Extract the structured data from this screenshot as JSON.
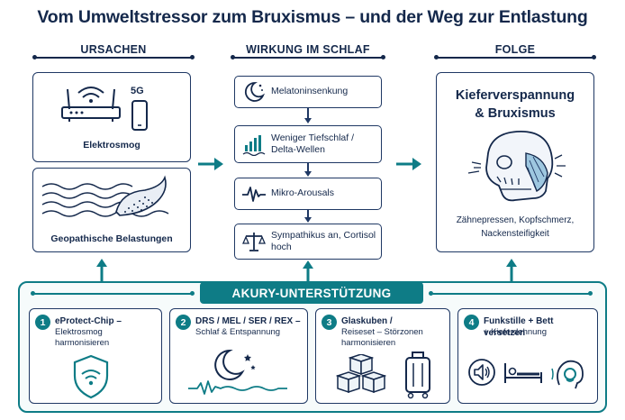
{
  "title": "Vom Umweltstressor zum Bruxismus – und der Weg zur Entlastung",
  "columns": {
    "ursachen": "URSACHEN",
    "wirkung": "WIRKUNG IM SCHLAF",
    "folge": "FOLGE"
  },
  "ursachen": {
    "elektrosmog_label": "Elektrosmog",
    "fiveg_label": "5G",
    "geopath_label": "Geopathische Belastungen"
  },
  "wirkung": {
    "steps": [
      {
        "text": "Melatoninsenkung"
      },
      {
        "text": "Weniger Tiefschlaf / Delta-Wellen"
      },
      {
        "text": "Mikro-Arousals"
      },
      {
        "text": "Sympathikus an, Cortisol hoch"
      }
    ]
  },
  "folge": {
    "title_line1": "Kieferverspannung",
    "title_line2": "& Bruxismus",
    "sub_line1": "Zähnepressen, Kopfschmerz,",
    "sub_line2": "Nackensteifigkeit"
  },
  "support": {
    "band_label": "AKURY-UNTERSTÜTZUNG",
    "cards": [
      {
        "number": "1",
        "title": "eProtect-Chip –",
        "text_line1": "Elektrosmog",
        "text_line2": "harmonisieren"
      },
      {
        "number": "2",
        "title": "DRS / MEL / SER / REX –",
        "text_line1": "Schlaf & Entspannung",
        "text_line2": ""
      },
      {
        "number": "3",
        "title": "Glaskuben /",
        "text_line1": "Reiseset – Störzonen",
        "text_line2": "harmonisieren"
      },
      {
        "number": "4",
        "title": "Funkstille + Bett versetzen",
        "text_line1": "+ Kieferdehnung",
        "text_line2": ""
      }
    ]
  },
  "colors": {
    "navy": "#1f3864",
    "teal": "#0e7c86"
  }
}
